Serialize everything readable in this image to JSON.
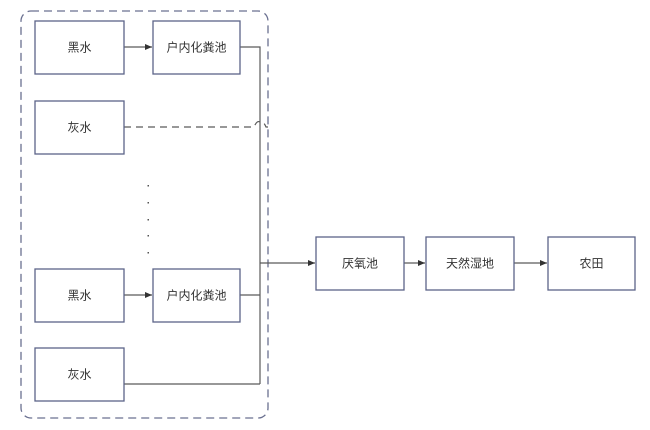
{
  "diagram": {
    "type": "flowchart",
    "group": {
      "label": "",
      "style": "dashed",
      "nodes": [
        "black_water_1",
        "septic_1",
        "grey_water_1",
        "black_water_2",
        "septic_2",
        "grey_water_2"
      ],
      "ellipsis": "vertical dots between household units"
    },
    "nodes": {
      "black_water_1": {
        "label": "黑水"
      },
      "septic_1": {
        "label": "户内化粪池"
      },
      "grey_water_1": {
        "label": "灰水"
      },
      "black_water_2": {
        "label": "黑水"
      },
      "septic_2": {
        "label": "户内化粪池"
      },
      "grey_water_2": {
        "label": "灰水"
      },
      "anaerobic_tank": {
        "label": "厌氧池"
      },
      "wetland": {
        "label": "天然湿地"
      },
      "farmland": {
        "label": "农田"
      }
    },
    "edges": [
      {
        "from": "black_water_1",
        "to": "septic_1",
        "style": "solid",
        "arrow": true
      },
      {
        "from": "septic_1",
        "to": "anaerobic_tank",
        "style": "solid",
        "arrow": false,
        "via": "collector"
      },
      {
        "from": "grey_water_1",
        "to": "collector",
        "style": "dashed",
        "arrow": false,
        "line_hop": true
      },
      {
        "from": "black_water_2",
        "to": "septic_2",
        "style": "solid",
        "arrow": true
      },
      {
        "from": "septic_2",
        "to": "anaerobic_tank",
        "style": "solid",
        "arrow": false,
        "via": "collector"
      },
      {
        "from": "grey_water_2",
        "to": "anaerobic_tank",
        "style": "solid",
        "arrow": false,
        "via": "collector"
      },
      {
        "from": "collector",
        "to": "anaerobic_tank",
        "style": "solid",
        "arrow": true
      },
      {
        "from": "anaerobic_tank",
        "to": "wetland",
        "style": "solid",
        "arrow": true
      },
      {
        "from": "wetland",
        "to": "farmland",
        "style": "solid",
        "arrow": true
      }
    ],
    "colors": {
      "node_stroke": "#5c6488",
      "edge": "#5a5a5a",
      "group_border": "#6a7090",
      "text": "#333333"
    }
  }
}
